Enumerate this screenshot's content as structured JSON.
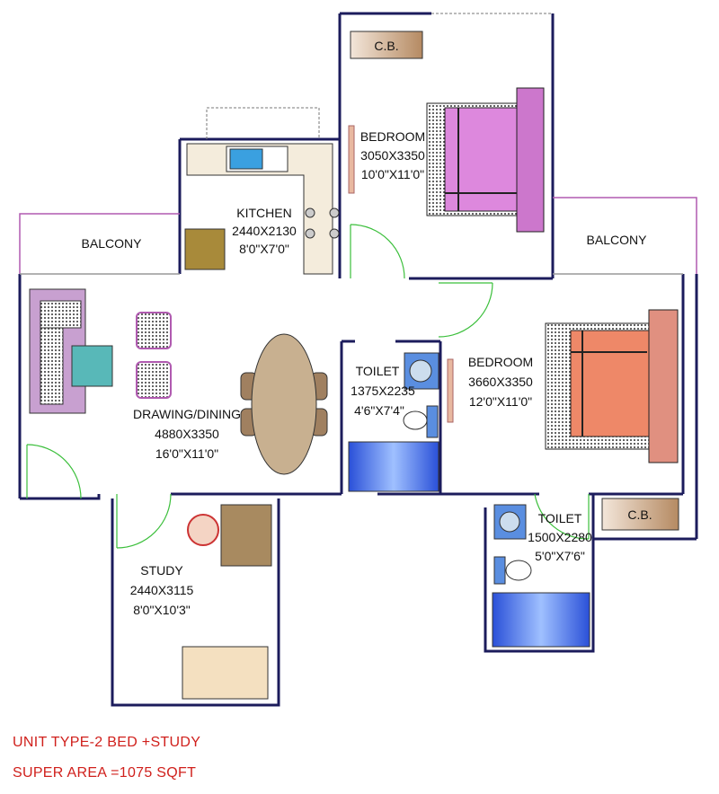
{
  "rooms": {
    "cb_top": {
      "name": "C.B."
    },
    "bedroom1": {
      "name": "BEDROOM",
      "metric": "3050X3350",
      "imperial": "10'0\"X11'0\""
    },
    "kitchen": {
      "name": "KITCHEN",
      "metric": "2440X2130",
      "imperial": "8'0\"X7'0\""
    },
    "balcony_left": {
      "name": "BALCONY"
    },
    "balcony_right": {
      "name": "BALCONY"
    },
    "drawing": {
      "name": "DRAWING/DINING",
      "metric": "4880X3350",
      "imperial": "16'0\"X11'0\""
    },
    "toilet1": {
      "name": "TOILET",
      "metric": "1375X2235",
      "imperial": "4'6\"X7'4\""
    },
    "bedroom2": {
      "name": "BEDROOM",
      "metric": "3660X3350",
      "imperial": "12'0\"X11'0\""
    },
    "toilet2": {
      "name": "TOILET",
      "metric": "1500X2280",
      "imperial": "5'0\"X7'6\""
    },
    "cb_right": {
      "name": "C.B."
    },
    "study": {
      "name": "STUDY",
      "metric": "2440X3115",
      "imperial": "8'0\"X10'3\""
    }
  },
  "caption": {
    "unit_type": "UNIT TYPE-2 BED +STUDY",
    "super_area": "SUPER AREA =1075 SQFT"
  },
  "colors": {
    "wall": "#1c1c5c",
    "caption": "#d0201c",
    "door": "#3bbf3b"
  }
}
